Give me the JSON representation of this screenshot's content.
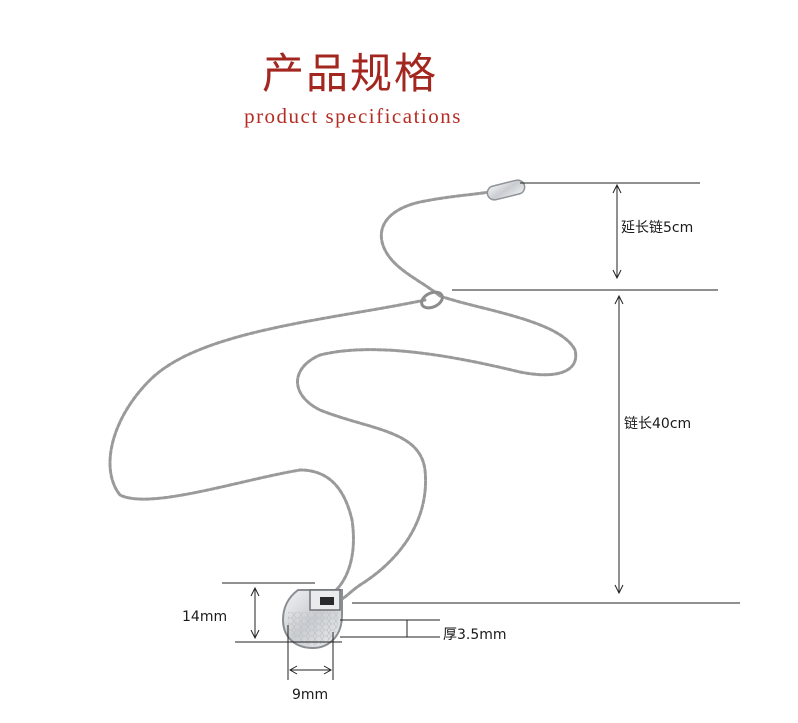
{
  "header": {
    "title_cn": "产品规格",
    "title_en": "product specifications"
  },
  "dimensions": {
    "extension_chain": "延长链5cm",
    "chain_length": "链长40cm",
    "pendant_height": "14mm",
    "thickness": "厚3.5mm",
    "pendant_width": "9mm"
  },
  "colors": {
    "title": "#a3261f",
    "chain": "#8c8c8c",
    "lines": "#222222"
  },
  "product_image": "stainless-steel necklace with rounded pendant"
}
